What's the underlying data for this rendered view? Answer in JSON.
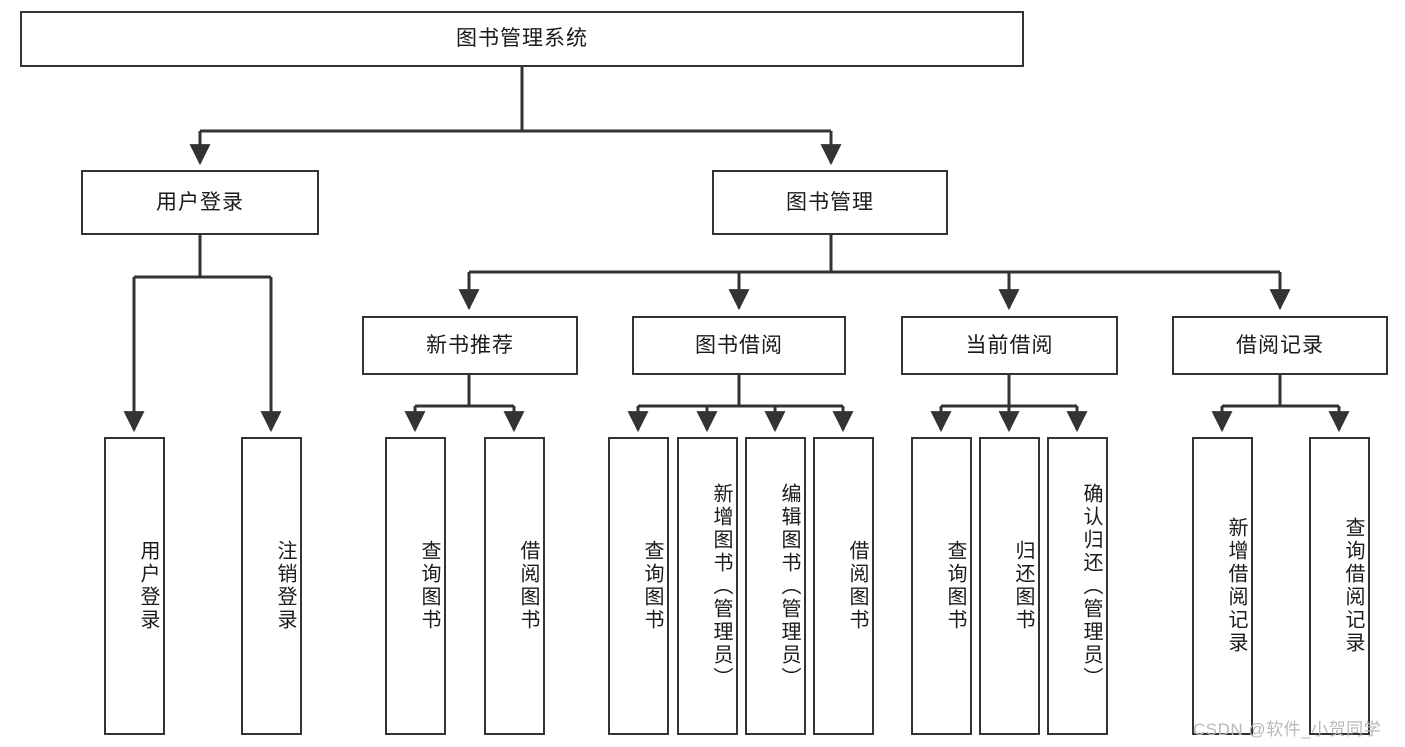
{
  "diagram": {
    "title": "图书管理系统",
    "type": "hierarchy-tree",
    "root": {
      "label": "图书管理系统"
    },
    "level1": [
      {
        "label": "用户登录"
      },
      {
        "label": "图书管理"
      }
    ],
    "level2": [
      {
        "label": "新书推荐"
      },
      {
        "label": "图书借阅"
      },
      {
        "label": "当前借阅"
      },
      {
        "label": "借阅记录"
      }
    ],
    "leaves": {
      "user_login": [
        {
          "label": "用户登录"
        },
        {
          "label": "注销登录"
        }
      ],
      "new_book_recommend": [
        {
          "label": "查询图书"
        },
        {
          "label": "借阅图书"
        }
      ],
      "book_borrow": [
        {
          "label": "查询图书"
        },
        {
          "label": "新增图书（管理员）"
        },
        {
          "label": "编辑图书（管理员）"
        },
        {
          "label": "借阅图书"
        }
      ],
      "current_borrow": [
        {
          "label": "查询图书"
        },
        {
          "label": "归还图书"
        },
        {
          "label": "确认归还（管理员）"
        }
      ],
      "borrow_record": [
        {
          "label": "新增借阅记录"
        },
        {
          "label": "查询借阅记录"
        }
      ]
    }
  },
  "watermark": {
    "text": "CSDN @软件_小贺同学"
  },
  "colors": {
    "background": "#ffffff",
    "box_border": "#333333",
    "box_fill": "#ffffff",
    "text": "#1a1a1a",
    "connector": "#333333",
    "watermark": "#b9b9b9"
  }
}
